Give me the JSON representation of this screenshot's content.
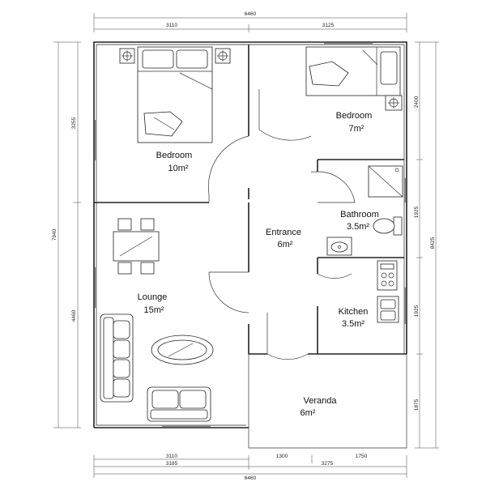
{
  "rooms": {
    "bedroom1": {
      "name": "Bedroom",
      "area": "10m²"
    },
    "bedroom2": {
      "name": "Bedroom",
      "area": "7m²"
    },
    "bathroom": {
      "name": "Bathroom",
      "area": "3.5m²"
    },
    "entrance": {
      "name": "Entrance",
      "area": "6m²"
    },
    "kitchen": {
      "name": "Kitchen",
      "area": "3.5m²"
    },
    "lounge": {
      "name": "Lounge",
      "area": "15m²"
    },
    "veranda": {
      "name": "Veranda",
      "area": "6m²"
    }
  },
  "dimensions": {
    "top_total": "6460",
    "top_left": "3110",
    "top_right": "3125",
    "bottom_total": "6460",
    "bottom_left_inner": "3110",
    "bottom_left_outer": "3185",
    "bottom_mid": "1300",
    "bottom_right": "1750",
    "bottom_right_outer": "3275",
    "left_total": "7940",
    "left_upper": "3255",
    "left_lower": "4460",
    "right_total": "8425",
    "right_1": "2400",
    "right_2": "1925",
    "right_3": "1925",
    "right_4": "1875"
  }
}
